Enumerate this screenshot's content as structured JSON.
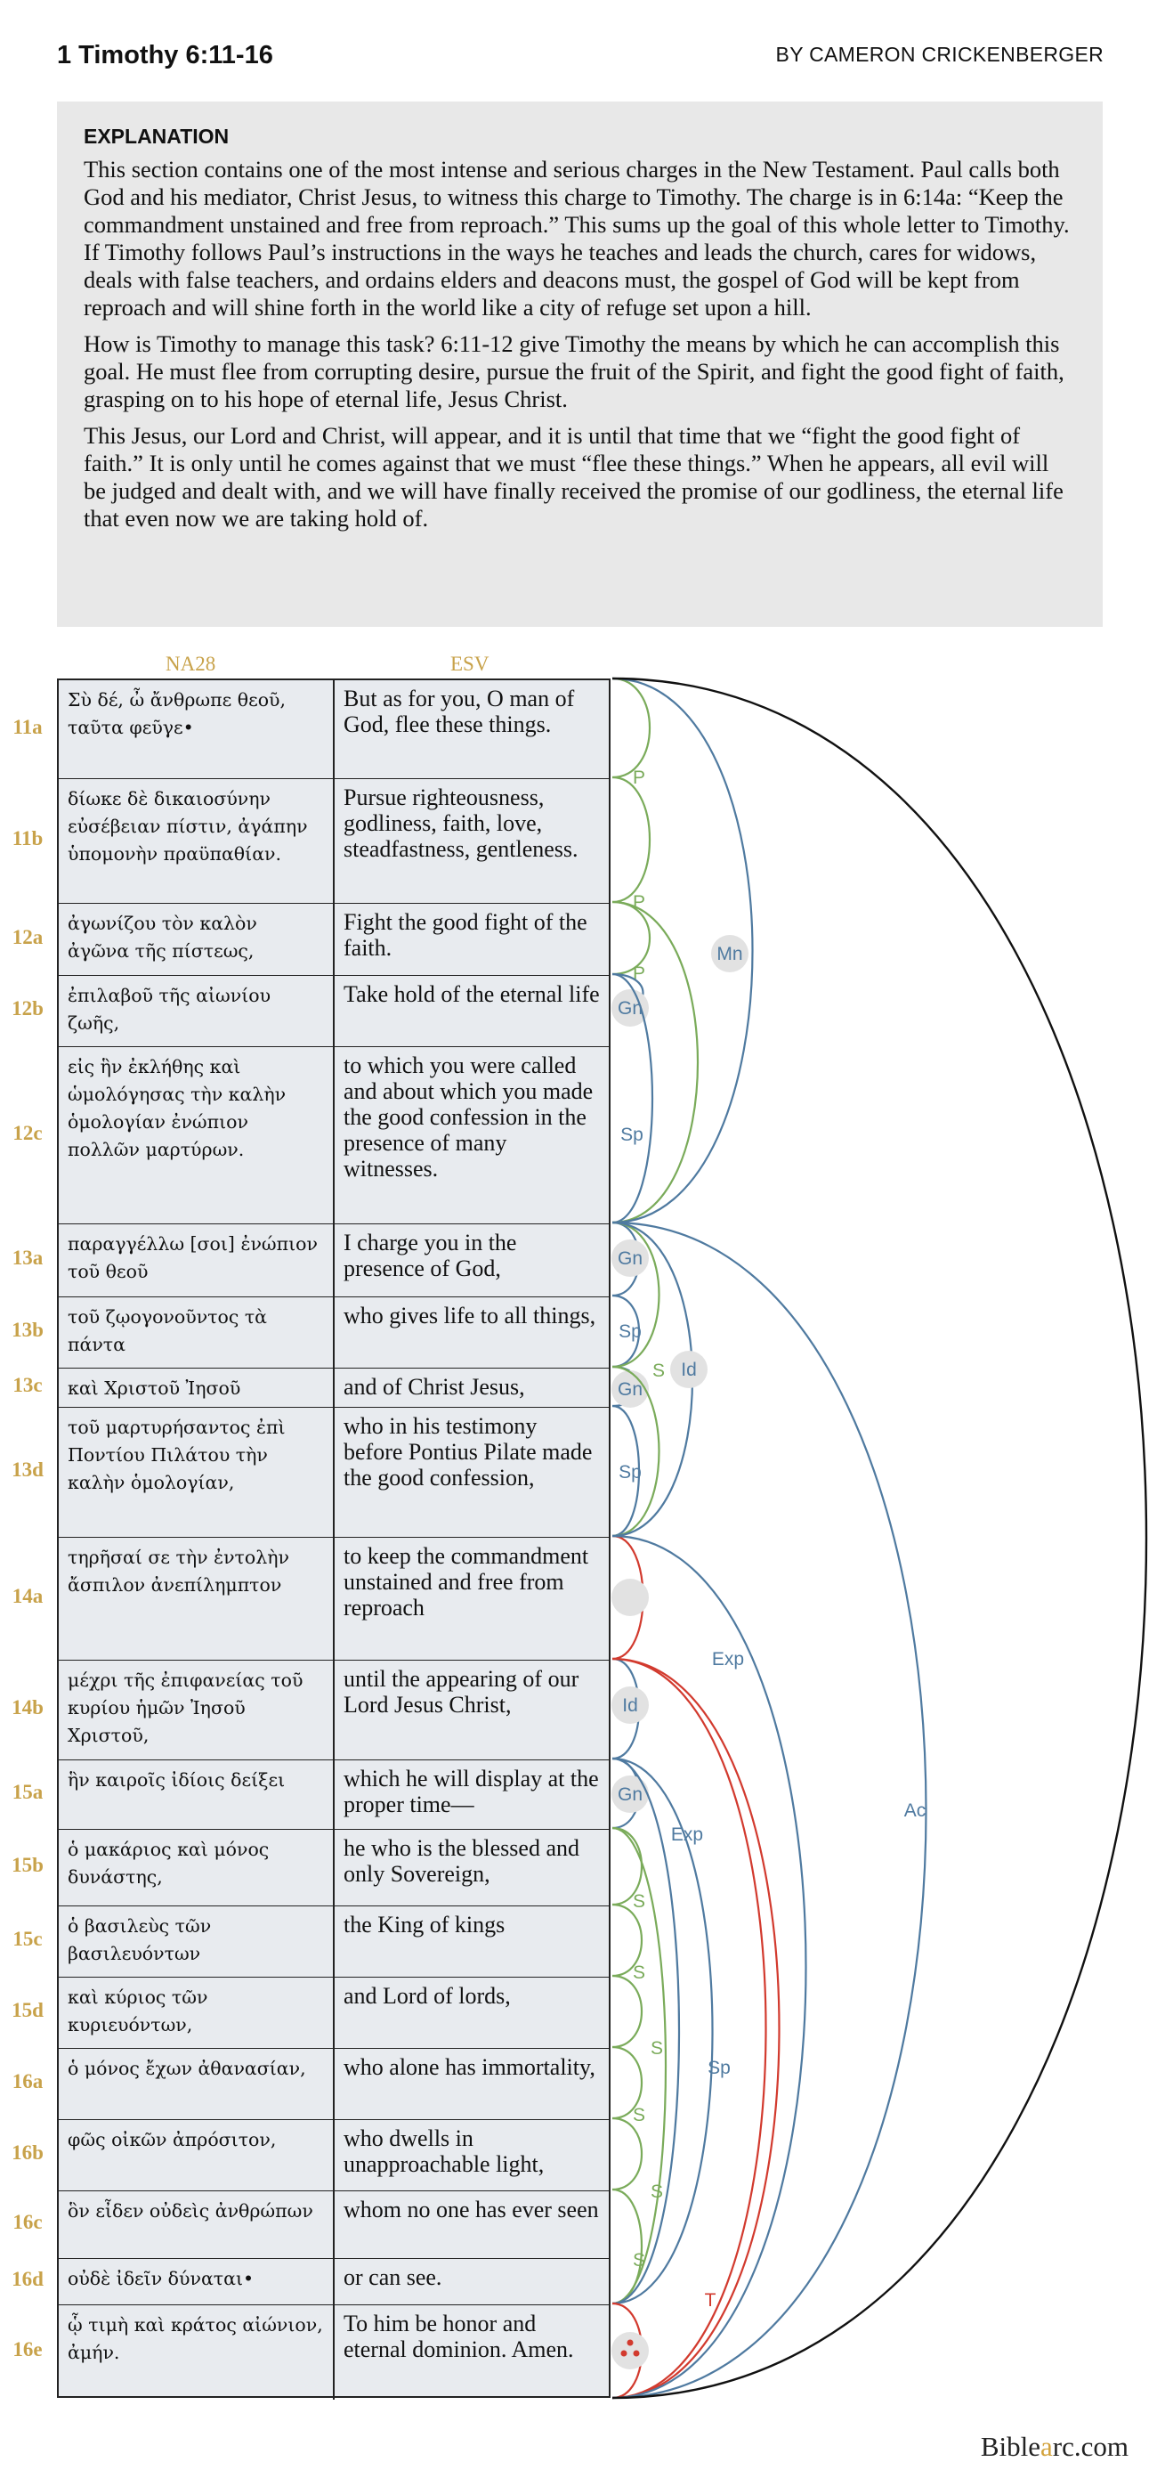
{
  "header": {
    "title": "1 Timothy 6:11-16",
    "byline": "BY CAMERON CRICKENBERGER"
  },
  "explanation": {
    "heading": "EXPLANATION",
    "paragraphs": [
      "This section contains one of the most intense and serious charges in the New Testament. Paul calls both God and his mediator, Christ Jesus, to witness this charge to Timothy. The charge is in 6:14a: “Keep the commandment unstained and free from reproach.” This sums up the goal of this whole letter to Timothy. If Timothy follows Paul’s instructions in the ways he teaches and leads the church, cares for widows, deals with false teachers, and ordains elders and deacons must, the gospel of God will be kept from reproach and will shine forth in the world like a city of refuge set upon a hill.",
      "How is Timothy to manage this task? 6:11-12 give Timothy the means by which he can accomplish this goal. He must flee from corrupting desire, pursue the fruit of the Spirit, and fight the good fight of faith, grasping on to his hope of eternal life, Jesus Christ.",
      "This Jesus, our Lord and Christ, will appear, and it is until that time that we “fight the good fight of faith.” It is only until he comes against that we must “flee these things.” When he appears, all evil will be judged and dealt with, and we will have finally received the promise of our godliness, the eternal life that even now we are taking hold of."
    ]
  },
  "columns": {
    "greek": "NA28",
    "english": "ESV"
  },
  "rows": [
    {
      "ref": "11a",
      "greek": "Σὺ δέ, ὦ ἄνθρωπε θεοῦ, ταῦτα φεῦγε•",
      "english": "But as for you, O man of God, flee these things."
    },
    {
      "ref": "11b",
      "greek": "δίωκε δὲ δικαιοσύνην εὐσέβειαν πίστιν, ἀγάπην ὑπομονὴν πραϋπαθίαν.",
      "english": "Pursue righteousness, godliness, faith, love, steadfastness, gentleness."
    },
    {
      "ref": "12a",
      "greek": "ἀγωνίζου τὸν καλὸν ἀγῶνα τῆς πίστεως,",
      "english": "Fight the good fight of the faith."
    },
    {
      "ref": "12b",
      "greek": "ἐπιλαβοῦ τῆς αἰωνίου ζωῆς,",
      "english": "Take hold of the eternal life"
    },
    {
      "ref": "12c",
      "greek": "εἰς ἣν ἐκλήθης καὶ ὡμολόγησας τὴν καλὴν ὁμολογίαν ἐνώπιον πολλῶν μαρτύρων.",
      "english": "to which you were called and about which you made the good confession in the presence of many witnesses."
    },
    {
      "ref": "13a",
      "greek": "παραγγέλλω [σοι] ἐνώπιον τοῦ θεοῦ",
      "english": "I charge you in the presence of God,"
    },
    {
      "ref": "13b",
      "greek": "τοῦ ζῳογονοῦντος τὰ πάντα",
      "english": "who gives life to all things,"
    },
    {
      "ref": "13c",
      "greek": "καὶ Χριστοῦ Ἰησοῦ",
      "english": "and of Christ Jesus,"
    },
    {
      "ref": "13d",
      "greek": "τοῦ μαρτυρήσαντος ἐπὶ Ποντίου Πιλάτου τὴν καλὴν ὁμολογίαν,",
      "english": "who in his testimony before Pontius Pilate made the good confession,"
    },
    {
      "ref": "14a",
      "greek": "τηρῆσαί σε τὴν ἐντολὴν ἄσπιλον ἀνεπίλημπτον",
      "english": "to keep the commandment unstained and free from reproach"
    },
    {
      "ref": "14b",
      "greek": "μέχρι τῆς ἐπιφανείας τοῦ κυρίου ἡμῶν Ἰησοῦ Χριστοῦ,",
      "english": "until the appearing of our Lord Jesus Christ,"
    },
    {
      "ref": "15a",
      "greek": "ἣν καιροῖς ἰδίοις δείξει",
      "english": "which he will display at the proper time—"
    },
    {
      "ref": "15b",
      "greek": "ὁ μακάριος καὶ μόνος δυνάστης,",
      "english": "he who is the blessed and only Sovereign,"
    },
    {
      "ref": "15c",
      "greek": "ὁ βασιλεὺς τῶν βασιλευόντων",
      "english": "the King of kings"
    },
    {
      "ref": "15d",
      "greek": "καὶ κύριος τῶν κυριευόντων,",
      "english": "and Lord of lords,"
    },
    {
      "ref": "16a",
      "greek": "ὁ μόνος ἔχων ἀθανασίαν,",
      "english": "who alone has immortality,"
    },
    {
      "ref": "16b",
      "greek": "φῶς οἰκῶν ἀπρόσιτον,",
      "english": "who dwells in unapproachable light,"
    },
    {
      "ref": "16c",
      "greek": "ὃν εἶδεν οὐδεὶς ἀνθρώπων",
      "english": "whom no one has ever seen"
    },
    {
      "ref": "16d",
      "greek": "οὐδὲ ἰδεῖν δύναται•",
      "english": "or can see."
    },
    {
      "ref": "16e",
      "greek": "ᾧ τιμὴ καὶ κράτος αἰώνιον, ἀμήν.",
      "english": "To him be honor and eternal dominion. Amen."
    }
  ],
  "arc_labels": {
    "P": "P",
    "Mn": "Mn",
    "Gn": "Gn",
    "Sp": "Sp",
    "Id": "Id",
    "S": "S",
    "Exp": "Exp",
    "Ac": "Ac",
    "T": "T"
  },
  "colors": {
    "green": "#7aab5a",
    "blue": "#4f7aa0",
    "red": "#d23a2e",
    "black": "#111111",
    "gold": "#c8a24a",
    "panel": "#e8e8e8",
    "cell": "#e8ebef"
  },
  "footer": {
    "brand_pre": "Bible",
    "brand_a": "a",
    "brand_post": "rc.com"
  }
}
